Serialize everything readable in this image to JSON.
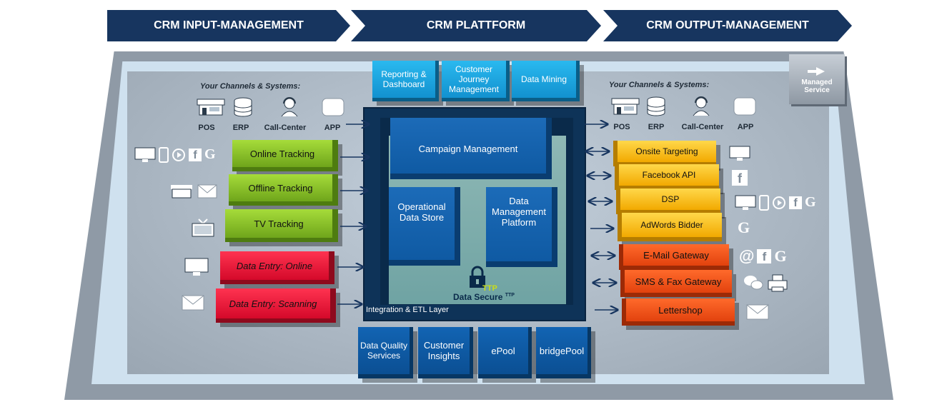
{
  "header": {
    "input": "CRM  INPUT-MANAGEMENT",
    "platform": "CRM PLATTFORM",
    "output": "CRM OUTPUT-MANAGEMENT"
  },
  "left": {
    "heading": "Your Channels & Systems:",
    "systems": [
      "POS",
      "ERP",
      "Call-Center",
      "APP"
    ],
    "inputs": [
      "Online Tracking",
      "Offline Tracking",
      "TV Tracking",
      "Data Entry: Online",
      "Data Entry: Scanning"
    ]
  },
  "right": {
    "heading": "Your Channels & Systems:",
    "systems": [
      "POS",
      "ERP",
      "Call-Center",
      "APP"
    ],
    "outputs": [
      "Onsite Targeting",
      "Facebook API",
      "DSP",
      "AdWords Bidder",
      "E-Mail Gateway",
      "SMS & Fax Gateway",
      "Lettershop"
    ],
    "icon_letters": {
      "facebook": "f",
      "google": "G",
      "email_at": "@"
    }
  },
  "top_modules": [
    "Reporting & Dashboard",
    "Customer Journey Management",
    "Data Mining"
  ],
  "core": {
    "campaign": "Campaign Management",
    "ods": "Operational Data Store",
    "dmp": "Data Management Platform",
    "secure": "Data Secure",
    "ttp_badge": "TTP",
    "ttp_sup": "TTP",
    "etl": "Integration & ETL Layer"
  },
  "bottom_modules": [
    "Data Quality Services",
    "Customer Insights",
    "ePool",
    "bridgePool"
  ],
  "managed_service": "Managed Service",
  "colors": {
    "header": "#17355f",
    "green": "#8cc52a",
    "red": "#ee1437",
    "yellow": "#ffc21a",
    "orange": "#f55a1c",
    "cyan": "#1ea7e4",
    "navy": "#0e5aa7",
    "arrow": "#17355f"
  }
}
